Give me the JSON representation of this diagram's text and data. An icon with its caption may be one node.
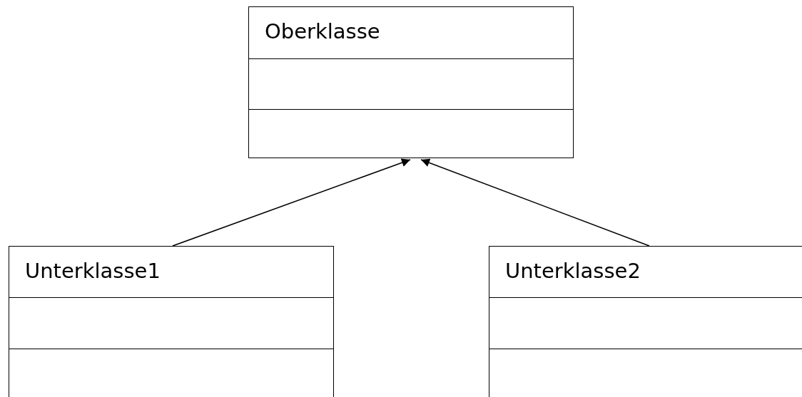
{
  "diagram": {
    "nodes": [
      {
        "text": [
          "Oberklasse"
        ]
      },
      {
        "text": [
          "Unterklasse1"
        ]
      },
      {
        "text": [
          "Unterklasse2"
        ]
      }
    ],
    "edges": [
      {
        "from": 1,
        "to": 0,
        "arrow": "to"
      },
      {
        "from": 2,
        "to": 0,
        "arrow": "to"
      }
    ]
  }
}
